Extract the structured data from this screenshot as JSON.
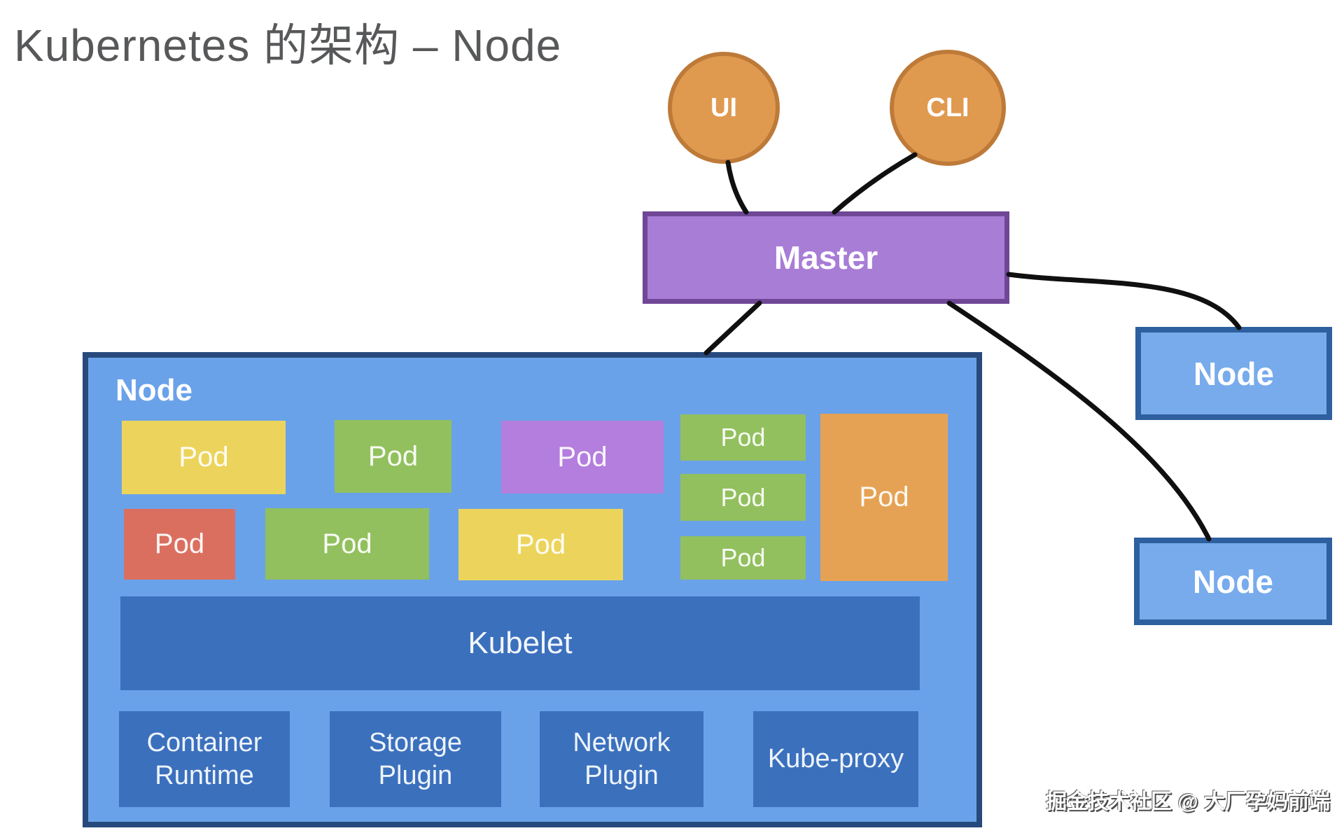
{
  "title": "Kubernetes 的架构 – Node",
  "clients": [
    {
      "label": "UI"
    },
    {
      "label": "CLI"
    }
  ],
  "master": {
    "label": "Master"
  },
  "node": {
    "label": "Node",
    "pods": [
      {
        "label": "Pod",
        "color": "#ecd45c"
      },
      {
        "label": "Pod",
        "color": "#92c05e"
      },
      {
        "label": "Pod",
        "color": "#b37edd"
      },
      {
        "label": "Pod",
        "color": "#92c05e"
      },
      {
        "label": "Pod",
        "color": "#92c05e"
      },
      {
        "label": "Pod",
        "color": "#92c05e"
      },
      {
        "label": "Pod",
        "color": "#e6a254"
      },
      {
        "label": "Pod",
        "color": "#da6f60"
      },
      {
        "label": "Pod",
        "color": "#92c05e"
      },
      {
        "label": "Pod",
        "color": "#ecd45c"
      }
    ],
    "kubelet": {
      "label": "Kubelet"
    },
    "components": [
      {
        "label": "Container Runtime"
      },
      {
        "label": "Storage Plugin"
      },
      {
        "label": "Network Plugin"
      },
      {
        "label": "Kube-proxy"
      }
    ]
  },
  "other_nodes": [
    {
      "label": "Node"
    },
    {
      "label": "Node"
    }
  ],
  "watermark": "掘金技术社区 @ 大厂孕妈前端",
  "colors": {
    "client_fill": "#e09a50",
    "client_border": "#bd7a38",
    "master_fill": "#a87dd6",
    "master_border": "#6f4796",
    "node_fill": "#6aa2e9",
    "node_border": "#27497c",
    "right_node_fill": "#77abec",
    "right_node_border": "#2e5f9e",
    "kubelet_fill": "#3b70bd",
    "connector": "#101010",
    "title_text": "#57585a"
  }
}
